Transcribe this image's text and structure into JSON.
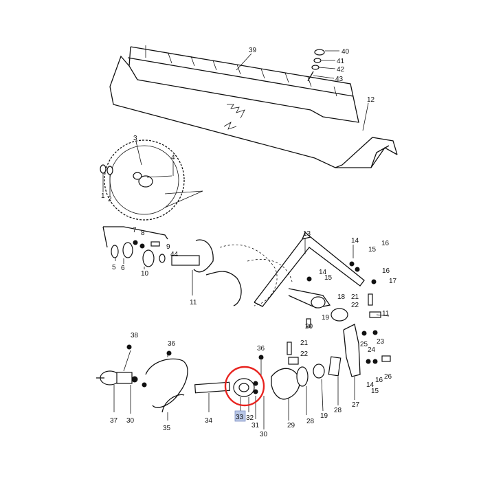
{
  "diagram": {
    "highlight": {
      "label": "33",
      "marker_color": "#e8231f",
      "box_color": "#b9c7e6"
    },
    "callouts": [
      "39",
      "40",
      "41",
      "42",
      "43",
      "12",
      "3",
      "4",
      "1",
      "2",
      "7",
      "8",
      "9",
      "44",
      "5",
      "6",
      "10",
      "11",
      "13",
      "14",
      "15",
      "16",
      "14",
      "15",
      "16",
      "17",
      "18",
      "19",
      "21",
      "22",
      "11",
      "20",
      "23",
      "24",
      "25",
      "26",
      "14",
      "15",
      "16",
      "38",
      "36",
      "36",
      "21",
      "22",
      "37",
      "30",
      "35",
      "34",
      "33",
      "32",
      "31",
      "30",
      "29",
      "28",
      "19",
      "28",
      "27"
    ]
  }
}
